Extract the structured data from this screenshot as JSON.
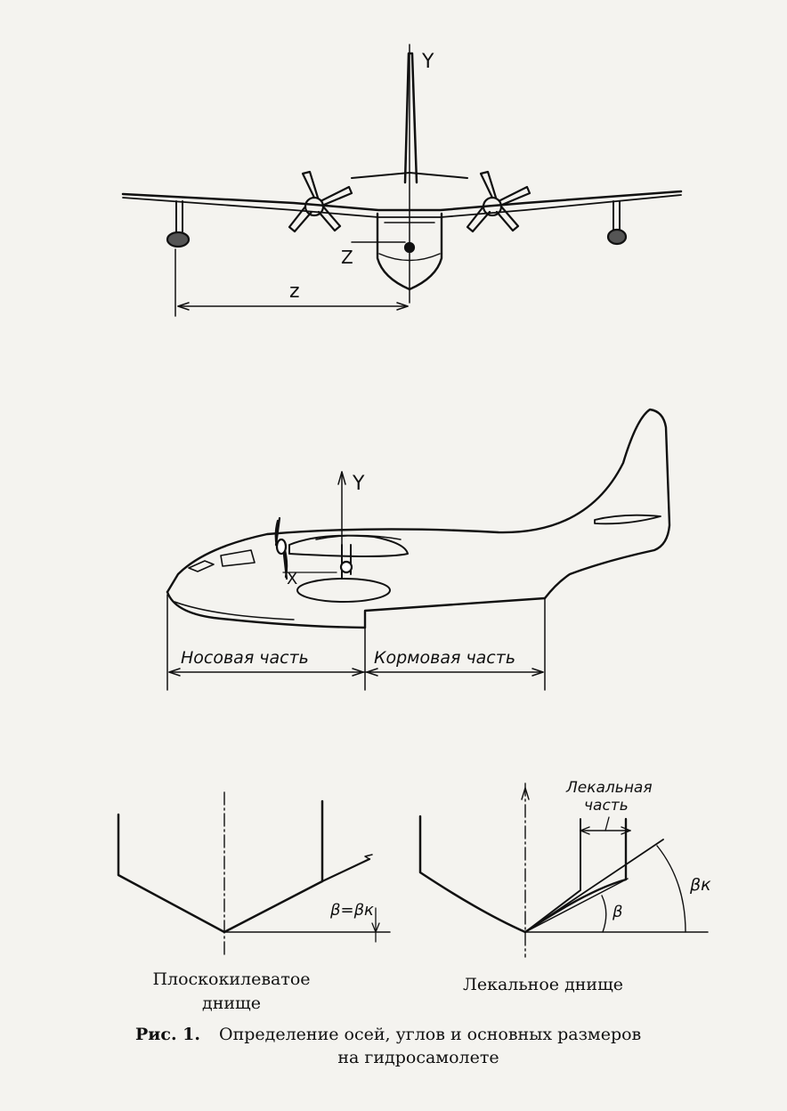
{
  "front_view": {
    "axis_y_label": "Y",
    "axis_z_label": "Z",
    "dimension_z_label": "z"
  },
  "side_view": {
    "axis_y_label": "Y",
    "axis_x_label": "X",
    "bow_label": "Носовая часть",
    "stern_label": "Кормовая часть"
  },
  "bottoms": {
    "flat_keel_formula": "β=βк",
    "curved_part_label_line1": "Лекальная",
    "curved_part_label_line2": "часть",
    "beta_label": "β",
    "beta_k_label": "βк",
    "flat_keel_caption_line1": "Плоскокилеватое",
    "flat_keel_caption_line2": "днище",
    "curved_caption": "Лекальное днище"
  },
  "figure_caption": {
    "prefix": "Рис. 1.",
    "line1": "Определение осей, углов и основных размеров",
    "line2": "на гидросамолете"
  }
}
